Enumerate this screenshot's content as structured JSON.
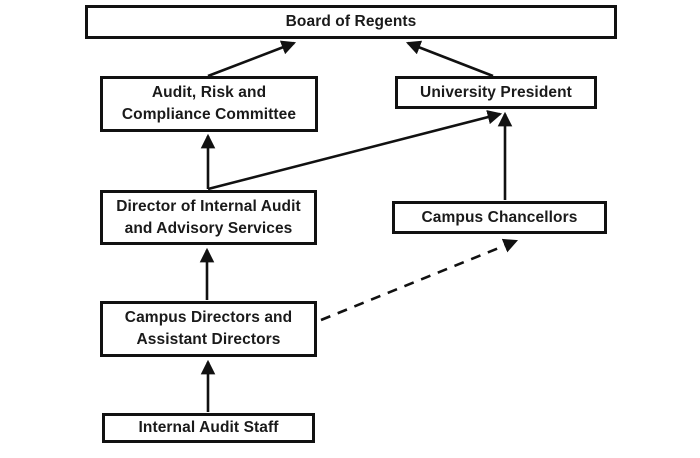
{
  "diagram": {
    "type": "org-chart",
    "background_color": "#ffffff",
    "line_color": "#111111",
    "nodes": [
      {
        "id": "board-of-regents",
        "label": "Board of Regents",
        "lines": [
          "Board of Regents"
        ]
      },
      {
        "id": "audit-risk-compliance-committee",
        "label": "Audit, Risk and Compliance Committee",
        "lines": [
          "Audit, Risk and",
          "Compliance Committee"
        ]
      },
      {
        "id": "university-president",
        "label": "University President",
        "lines": [
          "University President"
        ]
      },
      {
        "id": "director-internal-audit",
        "label": "Director of Internal Audit and Advisory Services",
        "lines": [
          "Director of Internal Audit",
          "and Advisory Services"
        ]
      },
      {
        "id": "campus-chancellors",
        "label": "Campus Chancellors",
        "lines": [
          "Campus Chancellors"
        ]
      },
      {
        "id": "campus-directors",
        "label": "Campus Directors and Assistant Directors",
        "lines": [
          "Campus Directors and",
          "Assistant Directors"
        ]
      },
      {
        "id": "internal-audit-staff",
        "label": "Internal Audit Staff",
        "lines": [
          "Internal Audit Staff"
        ]
      }
    ],
    "edges": [
      {
        "from": "audit-risk-compliance-committee",
        "to": "board-of-regents",
        "style": "solid"
      },
      {
        "from": "university-president",
        "to": "board-of-regents",
        "style": "solid"
      },
      {
        "from": "director-internal-audit",
        "to": "audit-risk-compliance-committee",
        "style": "solid"
      },
      {
        "from": "director-internal-audit",
        "to": "university-president",
        "style": "solid"
      },
      {
        "from": "campus-chancellors",
        "to": "university-president",
        "style": "solid"
      },
      {
        "from": "campus-directors",
        "to": "director-internal-audit",
        "style": "solid"
      },
      {
        "from": "internal-audit-staff",
        "to": "campus-directors",
        "style": "solid"
      },
      {
        "from": "campus-directors",
        "to": "campus-chancellors",
        "style": "dashed"
      }
    ]
  }
}
